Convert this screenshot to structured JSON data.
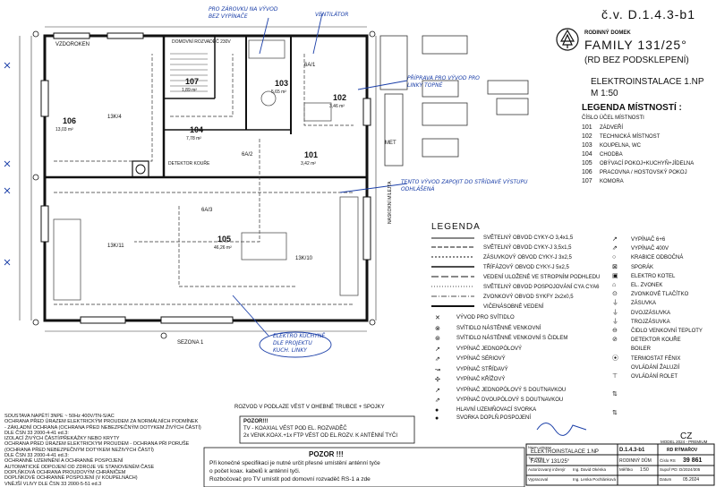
{
  "header": {
    "code": "č.v.  D.1.4.3-b1",
    "company": "RODINNÝ DOMEK",
    "title": "FAMILY 131/25°",
    "subtitle": "(RD BEZ PODSKLEPENÍ)",
    "drawing": "ELEKTROINSTALACE 1.NP",
    "scale": "M   1:50"
  },
  "rooms_legend": {
    "heading": "LEGENDA MÍSTNOSTÍ :",
    "col_header": "ČÍSLO  ÚČEL MÍSTNOSTI",
    "items": [
      {
        "no": "101",
        "name": "ZÁDVEŘÍ"
      },
      {
        "no": "102",
        "name": "TECHNICKÁ MÍSTNOST"
      },
      {
        "no": "103",
        "name": "KOUPELNA, WC"
      },
      {
        "no": "104",
        "name": "CHODBA"
      },
      {
        "no": "105",
        "name": "OBÝVACÍ POKOJ+KUCHYŇ+JÍDELNA"
      },
      {
        "no": "106",
        "name": "PRACOVNA / HOSTOVSKÝ POKOJ"
      },
      {
        "no": "107",
        "name": "KOMORA"
      }
    ]
  },
  "legend": {
    "heading": "LEGENDA",
    "lines": [
      "SVĚTELNÝ OBVOD CYKY-O  3,4x1,5",
      "SVĚTELNÝ OBVOD CYKY-J  3,5x1,5",
      "ZÁSUVKOVÝ OBVOD CYKY-J  3x2,5",
      "TŘÍFÁZOVÝ OBVOD CYKY-J  5x2,5",
      "VEDENÍ ULOŽENÉ VE STROPNÍM PODHLEDU",
      "SVĚTELNÝ OBVOD POSPOJOVÁNÍ  CYA  CYA6",
      "ZVONKOVÝ OBVOD SYKFY  2x2x0,5",
      "VIČENÁSOBNÉ VEDENÍ"
    ],
    "symbols_left": [
      "VÝVOD PRO SVÍTIDLO",
      "SVÍTIDLO NÁSTĚNNÉ VENKOVNÍ",
      "SVÍTIDLO NÁSTĚNNÉ VENKOVNÍ S ČIDLEM",
      "VYPÍNAČ JEDNOPÓLOVÝ",
      "VYPÍNAČ SÉRIOVÝ",
      "VYPÍNAČ STŘÍDAVÝ",
      "VYPÍNAČ KŘÍŽOVÝ",
      "VYPÍNAČ JEDNOPÓLOVÝ S DOUTNAVKOU",
      "VYPÍNAČ DVOUPÓLOVÝ S DOUTNAVKOU",
      "HLAVNÍ UZEMŇOVACÍ SVORKA",
      "SVORKA DOPLŇ.POSPOJENÍ"
    ],
    "symbols_right": [
      "VYPÍNAČ  6+6",
      "VYPÍNAČ  400V",
      "KRABICE ODBOČNÁ",
      "SPORÁK",
      "ELEKTRO KOTEL",
      "EL. ZVONEK",
      "ZVONKOVÉ TLAČÍTKO",
      "ZÁSUVKA",
      "DVOJZÁSUVKA",
      "TROJZÁSUVKA",
      "ČIDLO VENKOVNÍ TEPLOTY",
      "DETEKTOR KOUŘE",
      "",
      "BOILER",
      "",
      "TERMOSTAT FÉNIX",
      "",
      "OVLÁDÁNÍ ŽALUZIÍ",
      "",
      "OVLÁDÁNÍ ROLET"
    ]
  },
  "notes": {
    "left": [
      "SOUSTAVA NAPĚTÍ    3NPE ~ 50Hz 400V/TN-S/AC",
      "OCHRANA PŘED ÚRAZEM ELEKTRICKÝM PROUDEM ZA NORMÁLNÍCH PODMÍNEK",
      "- ZÁKLADNÍ OCHRANA (OCHRANA PŘED NEBEZPEČNÝM DOTYKEM ŽIVÝCH ČÁSTÍ)",
      "DLE ČSN 33 2000-4-41 ed.3:",
      "IZOLACÍ ŽIVÝCH ČÁSTÍ/PŘEKÁŽKY NEBO KRYTY",
      "OCHRANA PŘED ÚRAZEM ELEKTRICKÝM PROUDEM - OCHRANA PŘI PORUŠE",
      "(OCHRANA PŘED NEBEZPEČNÝM DOTYKEM NEŽIVÝCH ČÁSTÍ)",
      "DLE ČSN 33 2000-4-41 ed.3:",
      "OCHRANNÉ UZEMNĚNÍ A OCHRANNÉ POSPOJENÍ",
      "AUTOMATICKÉ ODPOJENÍ OD ZDROJE VE STANOVENÉM ČASE",
      "DOPLŇKOVÁ OCHRANA PROUDOVÝM CHRÁNIČEM",
      "DOPLŇKOVÉ OCHRANNÉ POSPOJENÍ (V KOUPELNÁCH)",
      "VNĚJŠÍ VLIVY DLE ČSN 33 2000-5-51 ed.3"
    ],
    "middle": "ROZVOD V PODLAZE VÉST V OHEBNÉ TRUBCE + SPOJKY",
    "pozor1_title": "POZOR!!!",
    "pozor1_lines": [
      "TV - KOAXIAL VÉST POD EL. ROZVADĚČ",
      "2x VENK.KOAX.+1x FTP VÉST OD EL.ROZV. K ANTÉNNÍ TYČI"
    ],
    "pozor2_title": "POZOR !!!",
    "pozor2_lines": [
      "Při konečné specifikaci je nutné určit přesné umístění anténní tyče",
      "o počet koax. kabelů k anténní tyči.",
      "Rozbočovač pro TV umístit pod domovní rozvaděč RS-1 a zde"
    ]
  },
  "titleblock": {
    "drawing_label": "Název výkresu",
    "drawing": "ELEKTROINSTALACE 1.NP",
    "code": "D.1.4.3-b1",
    "house_label": "Typ domu",
    "house": "FAMILY 131/25°",
    "cz": "CZ",
    "model": "MODEL 2024 - PREMIUM",
    "company": "RD RÝMAŘOV",
    "row1": "RODINNÝ DŮM",
    "number_label": "Číslo RS",
    "number": "39 861",
    "author_label": "Autorizovaný inženýr",
    "author": "Ing. David Okénka",
    "drawn_label": "Vypracoval",
    "drawn": "Ing. Lenka Pochlánková",
    "date_label": "Datum",
    "date": "05.2024",
    "scale_label": "Měřítko",
    "scale": "1:50",
    "sheet": "Supoř PD: D/2024/305"
  },
  "plan": {
    "rooms": [
      {
        "no": "106",
        "sub": "13,03 m²"
      },
      {
        "no": "107",
        "sub": "1,89 m²"
      },
      {
        "no": "104",
        "sub": "7,78 m²"
      },
      {
        "no": "103",
        "sub": "5,65 m²"
      },
      {
        "no": "102",
        "sub": "3,46 m²"
      },
      {
        "no": "101",
        "sub": "3,42 m²"
      },
      {
        "no": "105",
        "sub": "46,26 m²"
      }
    ],
    "labels": {
      "vzdorka": "VZDOROKEN",
      "rozvadec": "DOMOVNÍ ROZVADĚČ 230V",
      "ventilator": "VENTILÁTOR",
      "pro_zarovku": "PRO ZÁROVKU NA VÝVOD",
      "pro_zarovku2": "BEZ VYPÍNAČE",
      "pripravka": "PŘÍPRAVA PRO VÝVOD PRO",
      "pripravka2": "LINKY TOPNÉ",
      "detektor": "DETEKTOR KOUŘE",
      "nosna_zed": "NASKOKNÍ MÍLEJTA",
      "vyvod": "TENTO VÝVOD ZAPOJIT DO STŘÍDAVÉ VÝSTUPU",
      "vyvod2": "ODHLÁŠENÁ",
      "kuchyn": "ELEKTRO KUCHYNĚ",
      "kuchyn2": "DLE PROJEKTU",
      "kuchyn3": "KUCH. LINKY",
      "met": "MET",
      "sezona": "SEZONA 1",
      "okno1": "13K/11",
      "okno2": "13K/10",
      "okno3": "6A/2",
      "okno4": "6A/3",
      "okno5": "6A/1",
      "okno6": "13K/4"
    }
  }
}
